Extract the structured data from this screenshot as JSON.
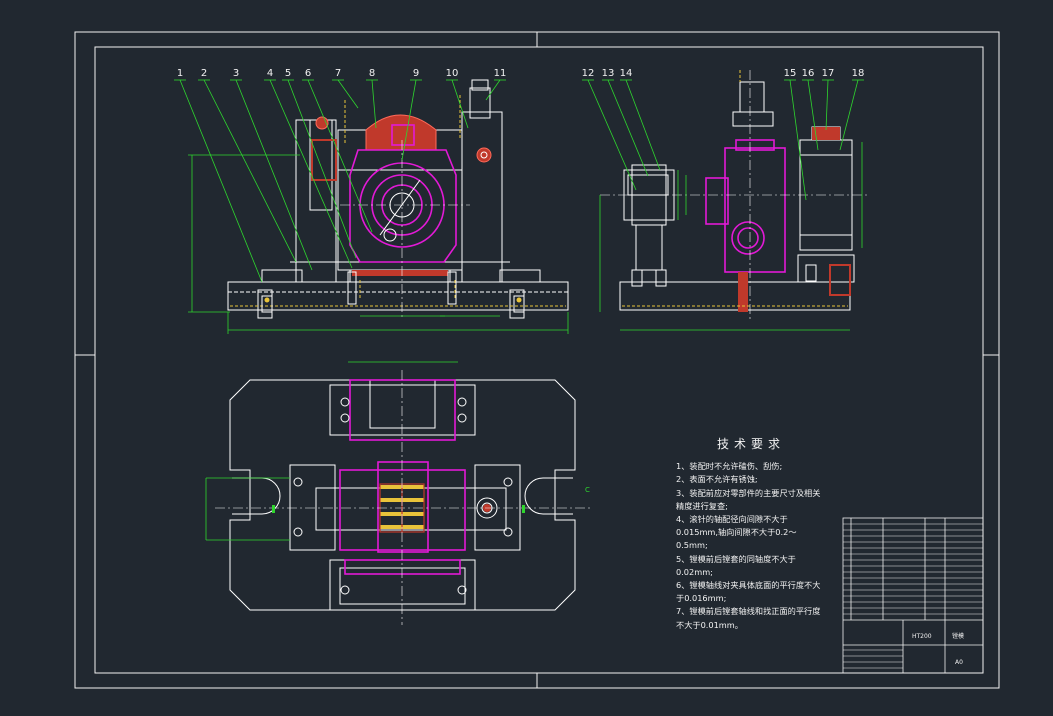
{
  "colors": {
    "background": "#212830",
    "frame": "#f2f2f2",
    "part": "#ffffff",
    "section": "#e21ad6",
    "leader": "#2ed62e",
    "hatch": "#c0392b",
    "hidden": "#e8c33a"
  },
  "balloons": {
    "front": [
      "1",
      "2",
      "3",
      "4",
      "5",
      "6",
      "7",
      "8",
      "9",
      "10",
      "11"
    ],
    "side": [
      "12",
      "13",
      "14",
      "15",
      "16",
      "17",
      "18"
    ]
  },
  "tech_requirements": {
    "title": "技术要求",
    "items": [
      "1、装配时不允许磕伤、刮伤;",
      "2、表面不允许有锈蚀;",
      "3、装配前应对零部件的主要尺寸及相关精度进行复查;",
      "4、滚针的轴配径向间隙不大于0.015mm,轴向间隙不大于0.2～0.5mm;",
      "5、镗模前后镗套的同轴度不大于0.02mm;",
      "6、镗模轴线对夹具体底面的平行度不大于0.016mm;",
      "7、镗模前后镗套轴线和找正面的平行度不大于0.01mm。"
    ]
  },
  "title_block": {
    "material": "HT200",
    "drawing_name": "镗模",
    "sheet": "A0"
  },
  "view_marks": {
    "section_a": "C"
  }
}
